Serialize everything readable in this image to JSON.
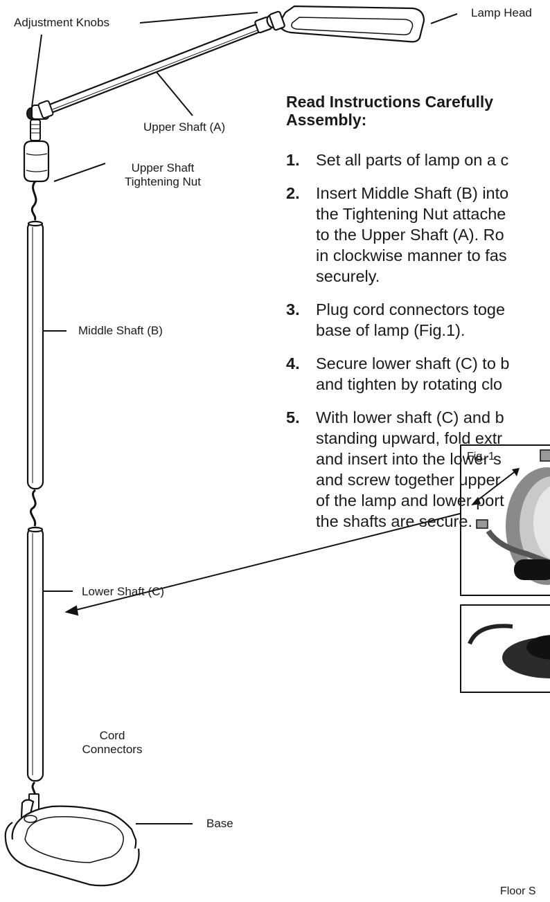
{
  "labels": {
    "adjustment_knobs": "Adjustment Knobs",
    "lamp_head": "Lamp Head",
    "upper_shaft_a": "Upper Shaft (A)",
    "upper_shaft_nut_line1": "Upper Shaft",
    "upper_shaft_nut_line2": "Tightening Nut",
    "middle_shaft_b": "Middle Shaft (B)",
    "lower_shaft_c": "Lower Shaft (C)",
    "cord_connectors_line1": "Cord",
    "cord_connectors_line2": "Connectors",
    "base": "Base"
  },
  "instructions": {
    "heading_line1": "Read Instructions Carefully",
    "heading_line2": "Assembly:",
    "steps": [
      {
        "num": "1.",
        "lines": [
          "Set all parts of lamp on a c"
        ]
      },
      {
        "num": "2.",
        "lines": [
          "Insert Middle Shaft (B) into",
          "the Tightening Nut attache",
          "to the Upper Shaft (A). Ro",
          "in clockwise manner to fas",
          "securely."
        ]
      },
      {
        "num": "3.",
        "lines": [
          "Plug cord connectors toge",
          "base of lamp (Fig.1)."
        ]
      },
      {
        "num": "4.",
        "lines": [
          "Secure lower shaft (C) to b",
          "and tighten by rotating clo"
        ]
      },
      {
        "num": "5.",
        "lines": [
          "With lower shaft (C) and b",
          "standing upward, fold extr",
          "and insert into the lower s",
          "and screw together upper",
          "of the lamp and lower port",
          "the shafts are secure."
        ]
      }
    ]
  },
  "figures": {
    "fig1_label": "Fig. 1",
    "floor_switch_caption": "Floor S"
  }
}
